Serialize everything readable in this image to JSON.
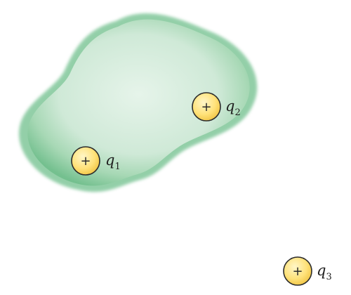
{
  "colors": {
    "surface_edge": "#6fbf8c",
    "surface_fill": "#d7eedf",
    "charge_fill": "#ffe27a",
    "charge_stroke": "#2b2b2b"
  },
  "charges": [
    {
      "sign": "+",
      "symbol": "q",
      "subscript": "1"
    },
    {
      "sign": "+",
      "symbol": "q",
      "subscript": "2"
    },
    {
      "sign": "+",
      "symbol": "q",
      "subscript": "3"
    }
  ]
}
